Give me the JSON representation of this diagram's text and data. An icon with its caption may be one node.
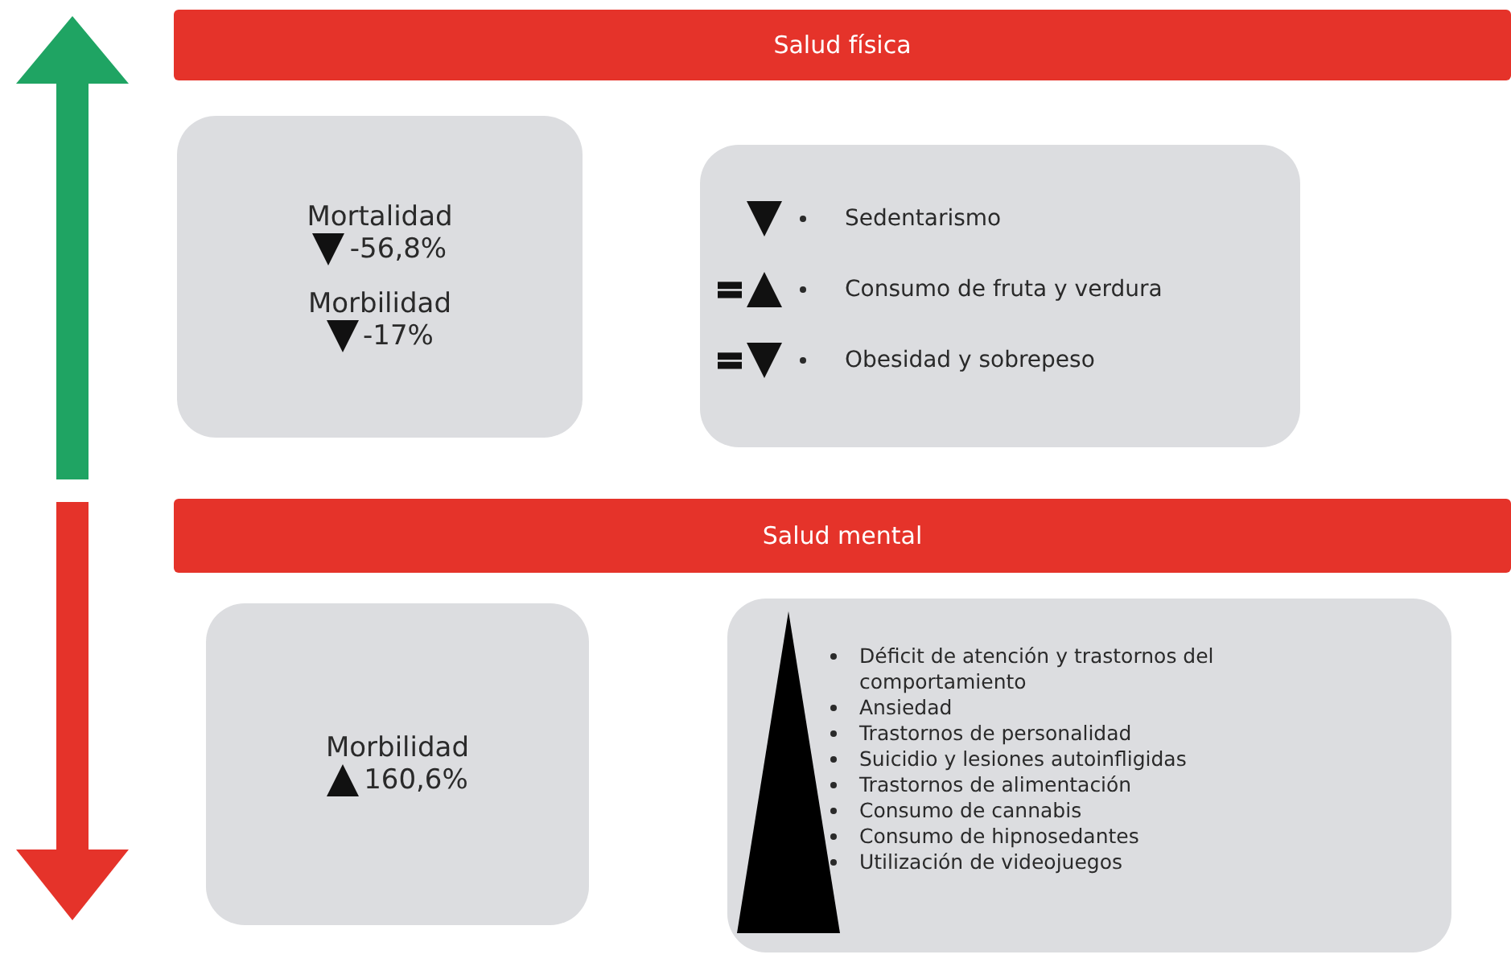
{
  "diagram": {
    "nodes": [
      {
        "text": [
          "Salud física"
        ]
      },
      {
        "text": [
          "Mortalidad",
          "-56,8%",
          "Morbilidad",
          "-17%"
        ]
      },
      {
        "text": [
          "Sedentarismo",
          "Consumo de fruta y verdura",
          "Obesidad y sobrepeso"
        ]
      },
      {
        "text": [
          "Salud mental"
        ]
      },
      {
        "text": [
          "Morbilidad",
          "160,6%"
        ]
      },
      {
        "text": [
          "Déficit de atención y trastornos del comportamiento",
          "Ansiedad",
          "Trastornos de personalidad",
          "Suicidio y lesiones autoinfligidas",
          "Trastornos de alimentación",
          "Consumo de cannabis",
          "Consumo de hipnosedantes",
          "Utilización de videojuegos"
        ]
      }
    ]
  }
}
